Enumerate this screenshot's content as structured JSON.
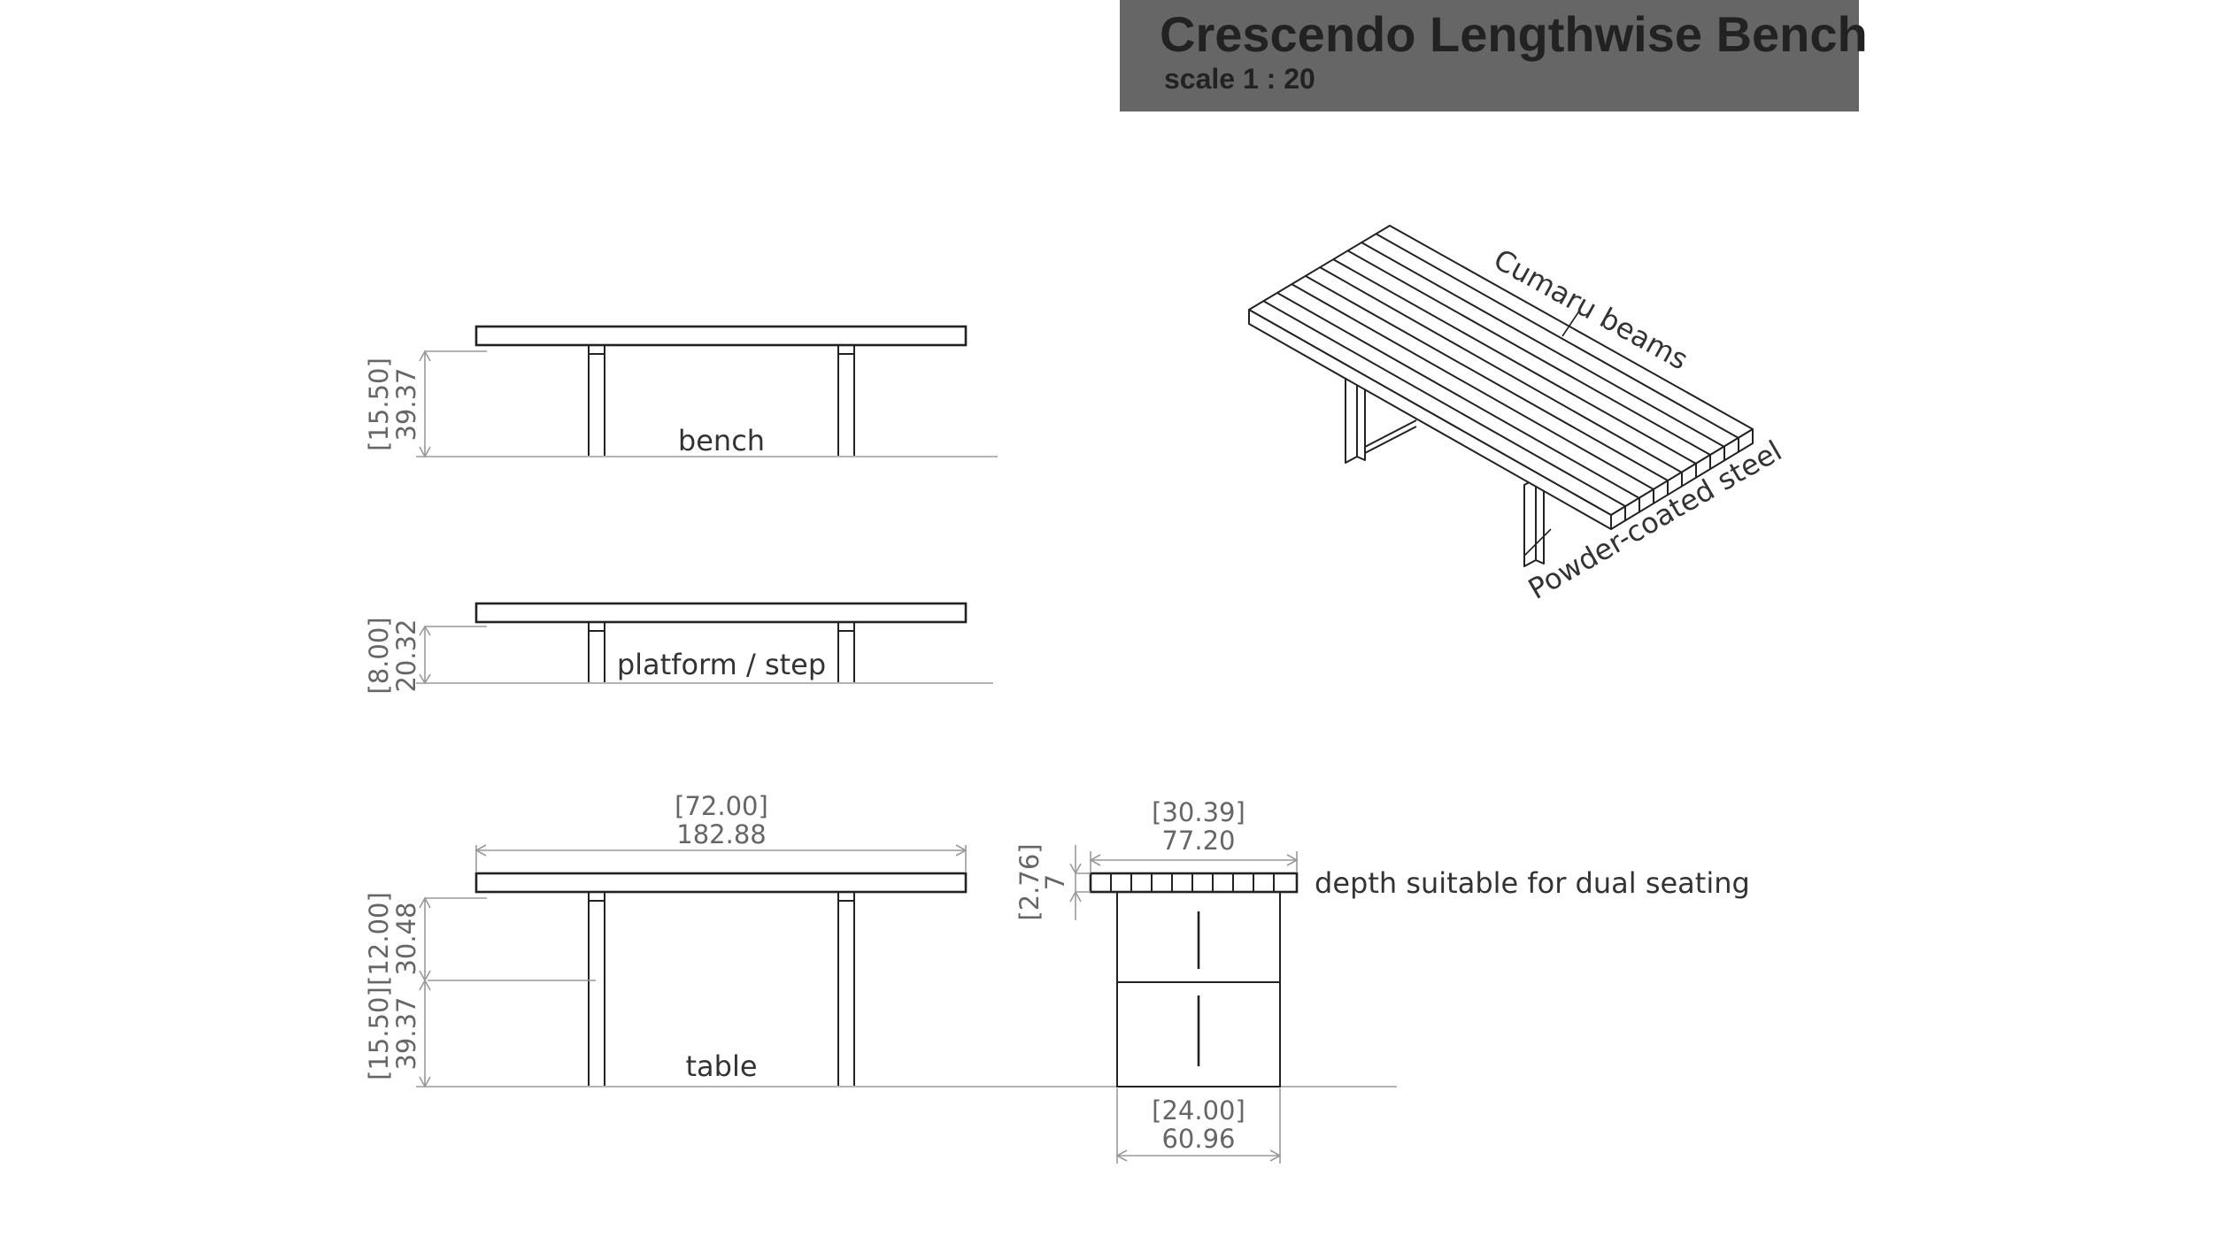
{
  "header": {
    "title": "Crescendo Lengthwise Bench",
    "scale": "scale 1 : 20"
  },
  "views": {
    "bench": {
      "label": "bench",
      "height_in": "[15.50]",
      "height_cm": "39.37"
    },
    "platform": {
      "label": "platform / step",
      "height_in": "[8.00]",
      "height_cm": "20.32"
    },
    "table": {
      "label": "table",
      "length_in": "[72.00]",
      "length_cm": "182.88",
      "upper_in": "[12.00]",
      "upper_cm": "30.48",
      "lower_in": "[15.50]",
      "lower_cm": "39.37"
    },
    "section": {
      "width_in": "[30.39]",
      "width_cm": "77.20",
      "thick_in": "[2.76]",
      "thick_cm": "7",
      "base_in": "[24.00]",
      "base_cm": "60.96",
      "note": "depth suitable for dual seating"
    },
    "iso": {
      "beams_label": "Cumaru beams",
      "steel_label": "Powder-coated steel"
    }
  },
  "colors": {
    "header_bg": "#666666",
    "header_text": "#ffffff",
    "line": "#222222",
    "dim_text": "#666666"
  }
}
